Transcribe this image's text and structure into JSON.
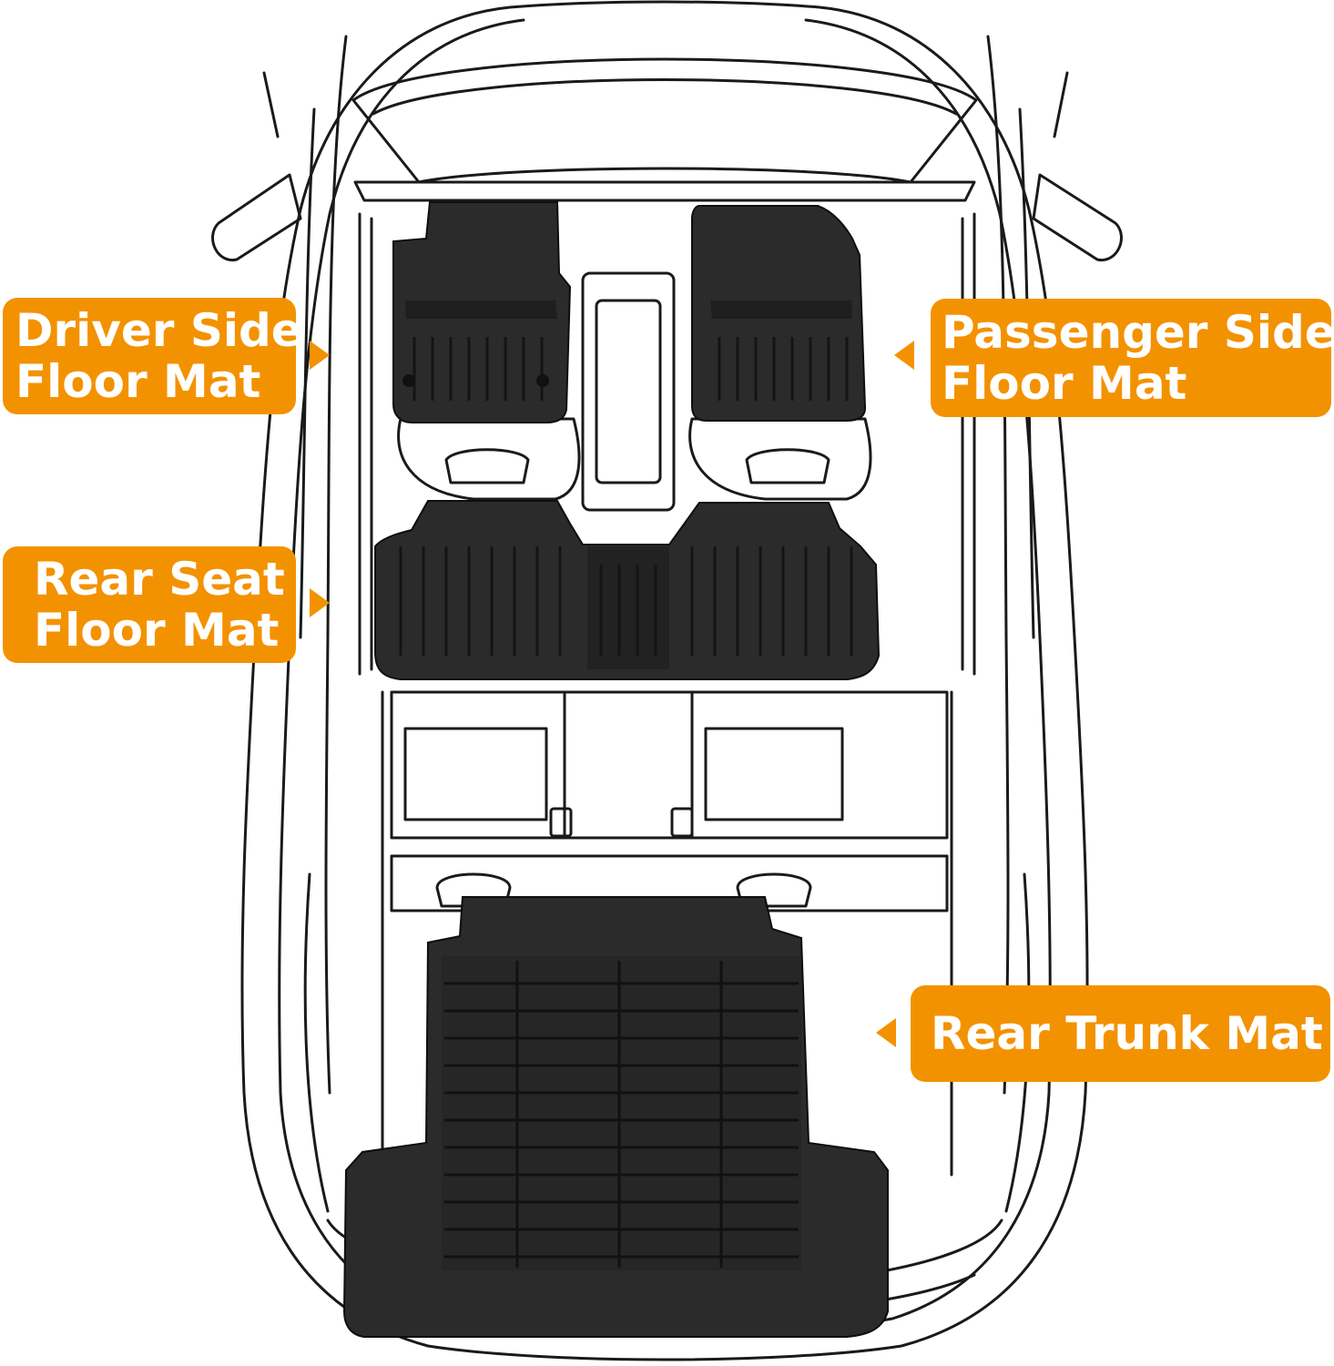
{
  "colors": {
    "accent": "#f39200",
    "mat": "#2b2b2b",
    "mat_groove": "#151515",
    "outline": "#1a1a1a"
  },
  "labels": {
    "driver": {
      "line1": "Driver Side",
      "line2": "Floor Mat"
    },
    "passenger": {
      "line1": "Passenger Side",
      "line2": "Floor Mat"
    },
    "rear_seat": {
      "line1": "Rear Seat",
      "line2": "Floor Mat"
    },
    "trunk": {
      "line1": "Rear Trunk Mat"
    }
  },
  "icons": [
    "car-outline-icon",
    "floor-mat-icon",
    "trunk-mat-icon",
    "pointer-triangle-icon"
  ]
}
